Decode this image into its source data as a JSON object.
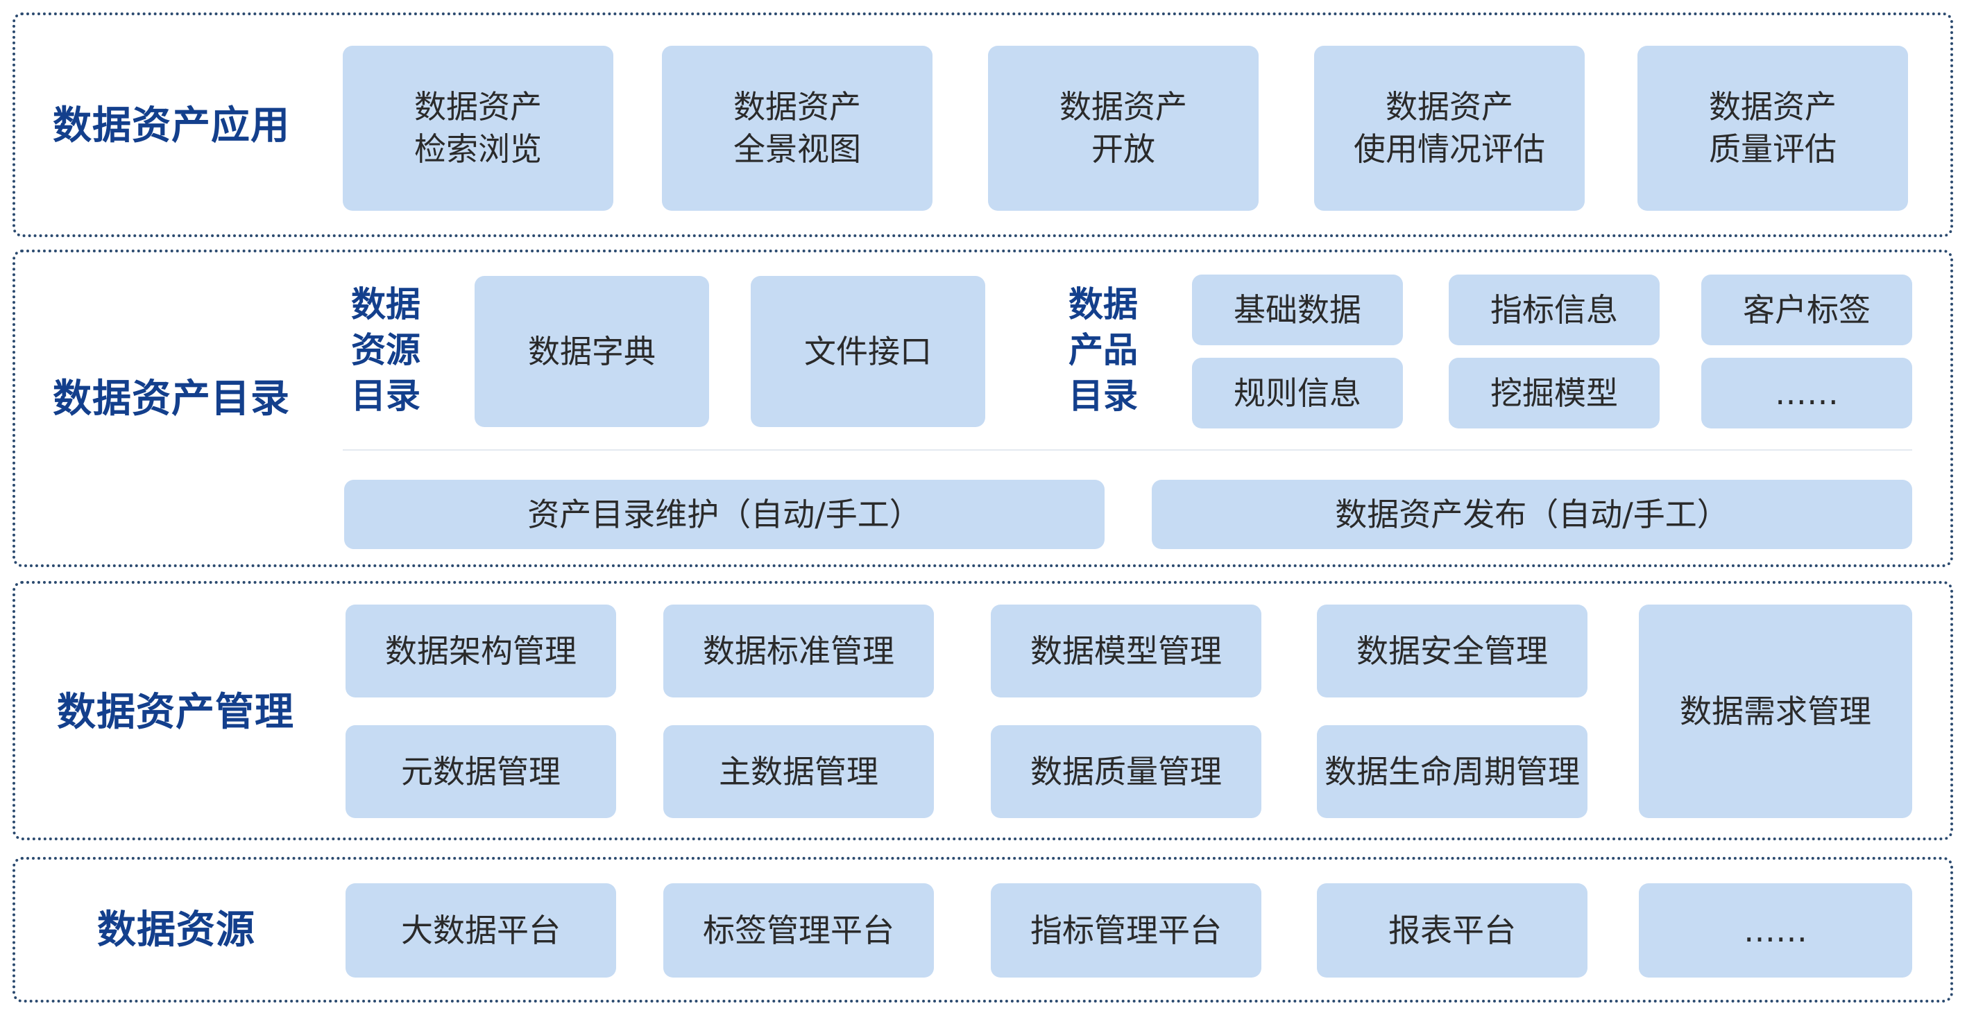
{
  "layers": {
    "application": {
      "title": "数据资产应用",
      "boxes": [
        {
          "line1": "数据资产",
          "line2": "检索浏览"
        },
        {
          "line1": "数据资产",
          "line2": "全景视图"
        },
        {
          "line1": "数据资产",
          "line2": "开放"
        },
        {
          "line1": "数据资产",
          "line2": "使用情况评估"
        },
        {
          "line1": "数据资产",
          "line2": "质量评估"
        }
      ]
    },
    "catalog": {
      "title": "数据资产目录",
      "source_catalog_label": {
        "line1": "数据",
        "line2": "资源",
        "line3": "目录"
      },
      "source_items": [
        "数据字典",
        "文件接口"
      ],
      "product_catalog_label": {
        "line1": "数据",
        "line2": "产品",
        "line3": "目录"
      },
      "product_items": [
        "基础数据",
        "指标信息",
        "客户标签",
        "规则信息",
        "挖掘模型",
        "……"
      ],
      "maintenance": "资产目录维护（自动/手工）",
      "publishing": "数据资产发布（自动/手工）"
    },
    "management": {
      "title": "数据资产管理",
      "items": [
        "数据架构管理",
        "数据标准管理",
        "数据模型管理",
        "数据安全管理",
        "元数据管理",
        "主数据管理",
        "数据质量管理",
        "数据生命周期管理"
      ],
      "demand": "数据需求管理"
    },
    "resources": {
      "title": "数据资源",
      "items": [
        "大数据平台",
        "标签管理平台",
        "指标管理平台",
        "报表平台",
        "……"
      ]
    }
  }
}
